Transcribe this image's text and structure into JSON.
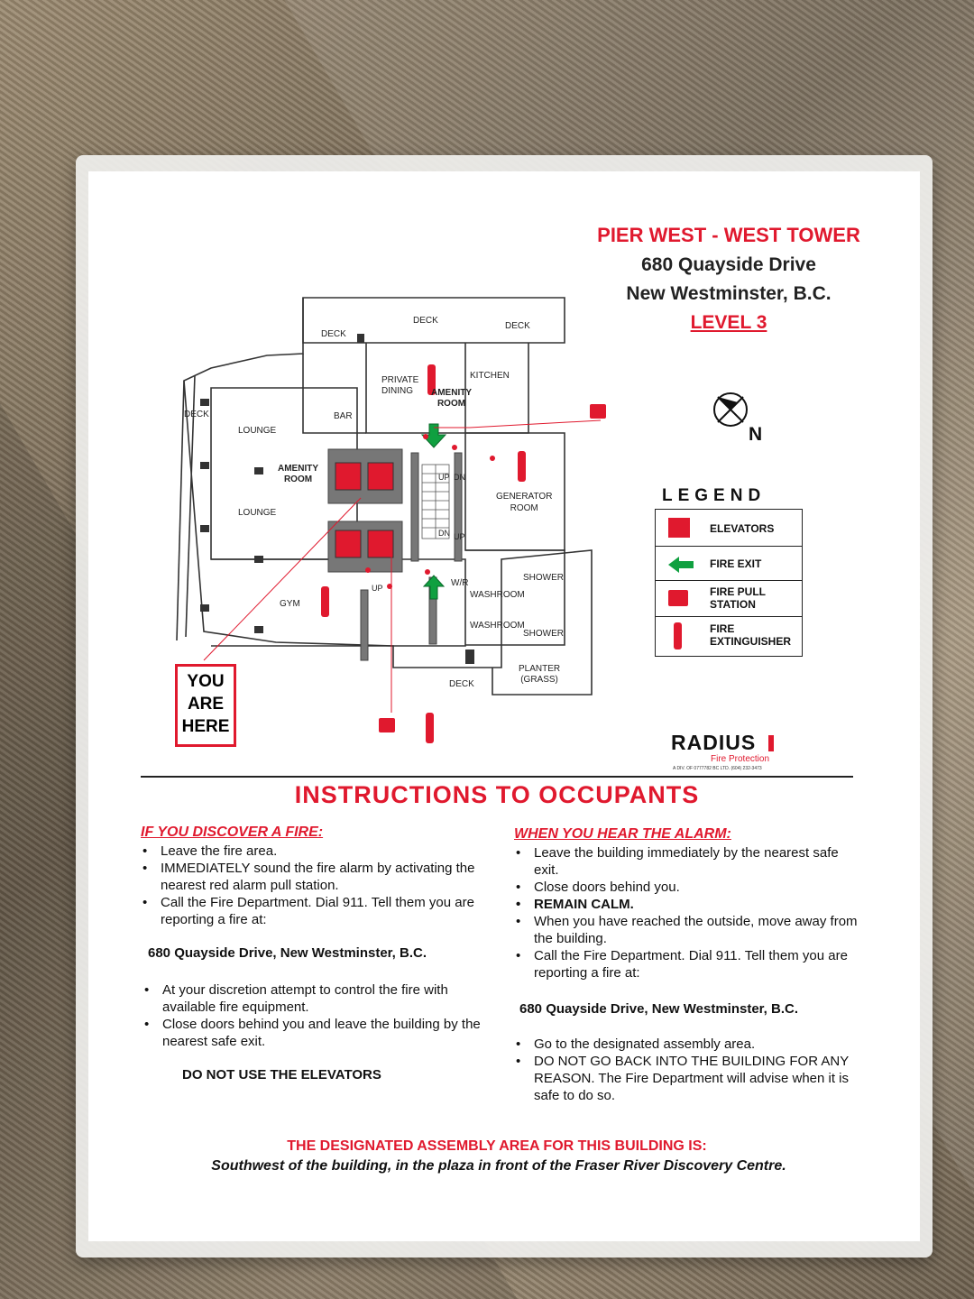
{
  "header": {
    "building": "PIER WEST - WEST TOWER",
    "street": "680 Quayside Drive",
    "city": "New Westminster, B.C.",
    "level": "LEVEL 3"
  },
  "plan": {
    "rooms": {
      "deck_a": "DECK",
      "deck_b": "DECK",
      "deck_c": "DECK",
      "deck_d": "DECK",
      "deck_e": "DECK",
      "private_dining": "PRIVATE\nDINING",
      "kitchen": "KITCHEN",
      "amenity_top": "AMENITY\nROOM",
      "bar": "BAR",
      "lounge_a": "LOUNGE",
      "lounge_b": "LOUNGE",
      "amenity_left": "AMENITY\nROOM",
      "generator": "GENERATOR\nROOM",
      "gym": "GYM",
      "washroom_a": "WASHROOM",
      "washroom_b": "WASHROOM",
      "shower_a": "SHOWER",
      "shower_b": "SHOWER",
      "wr": "W/R",
      "planter": "PLANTER\n(GRASS)",
      "up_a": "UP",
      "dn_a": "DN",
      "dn_b": "DN",
      "up_b": "UP",
      "up_c": "UP"
    },
    "north": "N",
    "you_are_here": [
      "YOU",
      "ARE",
      "HERE"
    ]
  },
  "legend": {
    "title": "LEGEND",
    "items": [
      "ELEVATORS",
      "FIRE  EXIT",
      "FIRE PULL\nSTATION",
      "FIRE\nEXTINGUISHER"
    ]
  },
  "brand": {
    "name": "RADIUS",
    "tagline": "Fire Protection",
    "fine_print": "A DIV. OF 0777782 BC LTD.   (604) 232-3473"
  },
  "instructions": {
    "title": "INSTRUCTIONS TO OCCUPANTS",
    "left_title": "IF YOU DISCOVER A FIRE:",
    "left_items_a": [
      "Leave the fire area.",
      "IMMEDIATELY sound the fire alarm by activating the nearest red alarm pull station.",
      "Call the Fire Department.  Dial 911.  Tell them you are reporting a fire at:"
    ],
    "left_address": "680 Quayside Drive, New Westminster, B.C.",
    "left_items_b": [
      "At your discretion attempt to control the fire with available fire equipment.",
      "Close doors behind you and leave the building by the nearest safe exit."
    ],
    "left_warning": "DO NOT USE THE ELEVATORS",
    "right_title": "WHEN YOU HEAR THE ALARM:",
    "right_items_a": [
      "Leave the building immediately by the nearest safe exit.",
      "Close doors behind you.",
      "REMAIN CALM.",
      "When you have reached the outside, move away from the building.",
      "Call the Fire Department.  Dial 911.  Tell them you are reporting a fire at:"
    ],
    "right_address": "680 Quayside Drive, New Westminster, B.C.",
    "right_items_b": [
      "Go to the designated assembly area.",
      "DO NOT GO BACK INTO THE BUILDING FOR ANY REASON.  The Fire Department will advise when it is safe to do so."
    ]
  },
  "assembly": {
    "title": "THE DESIGNATED ASSEMBLY AREA FOR THIS BUILDING IS:",
    "location": "Southwest of the building, in the plaza in front of the Fraser River Discovery Centre."
  }
}
